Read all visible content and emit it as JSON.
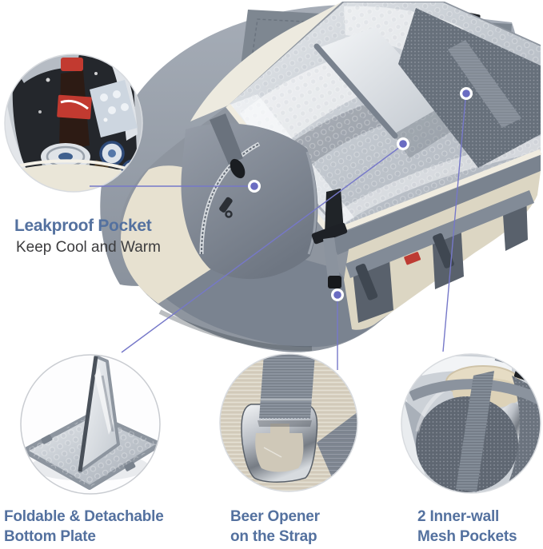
{
  "figure": {
    "callouts": {
      "leakproof_pocket": {
        "title": "Leakproof Pocket",
        "subtitle": "Keep Cool and Warm"
      },
      "bottom_plate": {
        "line1": "Foldable & Detachable",
        "line2": "Bottom Plate"
      },
      "beer_opener": {
        "line1": "Beer Opener",
        "line2": "on the Strap"
      },
      "mesh_pockets": {
        "line1": "2 Inner-wall",
        "line2": "Mesh Pockets"
      }
    }
  },
  "colors": {
    "background": "#ffffff",
    "heading": "#54719f",
    "subtitle": "#3c3c3e",
    "callout": "#7678c9",
    "callout_dot": "#6a6cc2"
  }
}
